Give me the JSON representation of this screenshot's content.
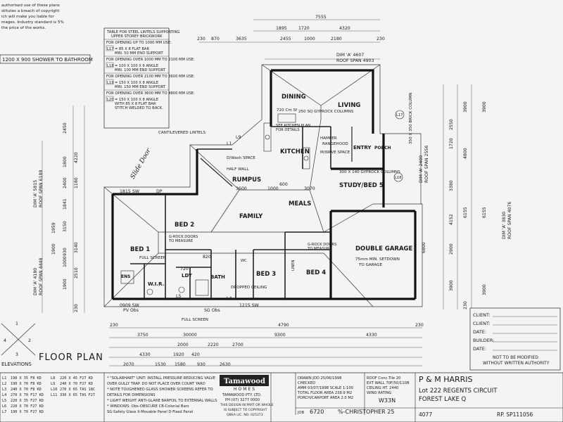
{
  "copyright": {
    "lines": [
      "authorised use of these plans",
      "stitutes a breach of copyright",
      "ich will make you liable for",
      "mages. Industry standard is 5%",
      "the price of the works."
    ]
  },
  "shower_note": "1200 X 900 SHOWER TO BATHROOM",
  "lintel_table": {
    "title": [
      "TABLE FOR STEEL LINTELS SUPPORTING",
      "UPPER STOREY BRICKWORK"
    ],
    "rows": [
      {
        "heading": "FOR OPENING UP TO 1000 MM USE:",
        "code": "L17",
        "spec": [
          "= 85 X 8 FLAT BAR",
          "MIN. 50 MM END SUPPORT"
        ]
      },
      {
        "heading": "FOR OPENING OVER 1000 MM TO 2100 MM USE:",
        "code": "L18",
        "spec": [
          "= 100 X 100 X 6 ANGLE",
          "MIN. 100 MM END SUPPORT"
        ]
      },
      {
        "heading": "FOR OPENING OVER 2100 MM TO 3600 MM USE:",
        "code": "L19",
        "spec": [
          "= 150 X 100 X 8 ANGLE",
          "MIN. 150 MM END SUPPORT"
        ]
      },
      {
        "heading": "FOR OPENING OVER 3600 MM TO 4800 MM USE:",
        "code": "L20",
        "spec": [
          "= 150 X 100 X 8 ANGLE",
          "WITH 85 X 8 FLAT BAR",
          "STITCH WELDED TO BACK."
        ]
      }
    ]
  },
  "rooms": {
    "dining": "DINING",
    "living": "LIVING",
    "kitchen": "KITCHEN",
    "entry": "ENTRY",
    "porch": "PORCH",
    "rumpus": "RUMPUS",
    "meals": "MEALS",
    "study": "STUDY/BED 5",
    "family": "FAMILY",
    "bed1": "BED 1",
    "bed2": "BED 2",
    "bed3": "BED 3",
    "bed4": "BED 4",
    "wir": "W.I.R.",
    "ens": "ENS",
    "bath": "BATH",
    "ldy": "LDY",
    "garage": "DOUBLE GARAGE",
    "linen": "LINEN",
    "wc": "WC"
  },
  "notes": {
    "cantilever": "CANTILEVERED LINTELS",
    "gyprock1": "250 SQ GYPROCK COLUMNS",
    "gyprock2": "300 X 140 GYPROCK COLUMNS",
    "wash": "D/Wash SPACE",
    "halfwall": "HALF WALL",
    "rangehood": "RANGEHOOD",
    "mwave": "M/WAVE SPACE",
    "hamper": "HAMPER",
    "brick_col": "350 X 350 BRICK COLUMN",
    "grock_bed2": [
      "G-ROCK DOORS",
      "TO MEASURE"
    ],
    "grock_bed4": [
      "G-ROCK DOORS",
      "TO MEASURE"
    ],
    "full_screen": "FULL SCREEN",
    "full_screen2": "FULL SCREEN",
    "dropped": "DROPPED CEILING",
    "setdown": [
      "75mm MIN. SETDOWN",
      "TO GARAGE"
    ],
    "kitchen_plan": [
      "SEE KITCHEN PLAN",
      "FOR DETAILS"
    ],
    "cot": "720 Cm Sf",
    "handwritten": "Slide Door",
    "floor_plan": "FLOOR PLAN",
    "elevations": "ELEVATIONS"
  },
  "dims": {
    "top_overall": "7555",
    "top_row": [
      "1895",
      "1720",
      "4320"
    ],
    "top_row2": [
      "230",
      "870",
      "3635",
      "2455",
      "1000",
      "2180",
      "230"
    ],
    "dim_a": "DIM 'A' 4607",
    "roof_span_top": "ROOF SPAN 4903",
    "left_span1": "DIM 'A' 5815",
    "left_span1b": "ROOF SPAN 6188",
    "left_span2": "DIM 'A' 4180",
    "left_span2b": "ROOF SPAN 4448",
    "right_span1": "DIM 'A' 2400",
    "right_span1b": "ROOF SPAN 2556",
    "right_span2": "DIM 'A' 3830",
    "right_span2b": "ROOF SPAN 4076",
    "left_col": [
      "2450",
      "1800",
      "2400",
      "4220",
      "1180",
      "1841",
      "3150",
      "1959",
      "1900",
      "930",
      "3140",
      "1000",
      "2510",
      "1900",
      "230"
    ],
    "right_col": [
      "3900",
      "1720",
      "4800",
      "2550",
      "3380",
      "4152",
      "2900",
      "6155",
      "6800",
      "3900",
      "230"
    ],
    "bottom_row1": [
      "230",
      "3750",
      "30000",
      "4790",
      "230"
    ],
    "bottom_row2": [
      "2000",
      "9300",
      "2700"
    ],
    "bottom_row3": [
      "4330",
      "1920",
      "420",
      "2220",
      "4330"
    ],
    "bottom_row4": [
      "2070",
      "1530",
      "1580",
      "930",
      "2630"
    ],
    "inner": [
      "3600",
      "1000",
      "600",
      "3070",
      "1815",
      "SW",
      "DP",
      "L9",
      "L1",
      "820",
      "720",
      "L4",
      "L5",
      "1215 SW",
      "0909 SW",
      "PV Obs",
      "SG Obs"
    ]
  },
  "legend": {
    "lintels": [
      [
        "L1",
        "190 X 35 F8 KD",
        "L8",
        "220 X 45 F27 KD"
      ],
      [
        "L2",
        "190 X 70 F8 KD",
        "L9",
        "240 X 70 F27 KD"
      ],
      [
        "L3",
        "240 X 70 F8 KD",
        "L10",
        "270 X 65 TAS 18C"
      ],
      [
        "L4",
        "270 X 70 F17 KD",
        "L11",
        "330 X 65 TAS F27"
      ],
      [
        "L5",
        "220 X 35 F27 KD",
        "",
        ""
      ],
      [
        "L6",
        "220 X 70 F27 KD",
        "",
        ""
      ],
      [
        "L7",
        "190 X 70 F27 KD",
        "",
        ""
      ]
    ]
  },
  "spec_notes": [
    "* \"SOLARHART\" UNIT: INSTALL PRESSURE REDUCING VALVE",
    "  OVER GULLY TRAP. DO NOT PLACE OVER COURT YARD",
    "* NOTE TOUGHENED GLASS SHOWER SCREENS REFER TO",
    "  DETAILS FOR DIMENSIONS",
    "* LIGHT WEIGHT ANTI-GLARE BARFOIL TO EXTERNAL WALLS",
    "* WINDOWS: Obs-OBSCURE  CB-Colonial Bars",
    "  SG-Safety Glass  X-Movable Panel  D-Fixed Panel"
  ],
  "company": {
    "name": "Tamawood",
    "sub": "HOMES",
    "line1": "TAMAWOOD PTY. LTD.",
    "line2": "PH (07) 3277 0000",
    "line3": "THIS DESIGN IN PART OR WHOLE",
    "line4": "IS SUBJECT TO COPYRIGHT",
    "line5": "QBSA LIC. NO. 025373"
  },
  "drawing_info": {
    "drawn": "DRAWN     JDD 25/06/1998",
    "checked": "CHECKED",
    "amm": "AMM 03/07/1998   SCALE 1:100",
    "total": "TOTAL FLOOR AREA     238.9 M2",
    "porch": "PORCH/CARPORT AREA     2.0 M2",
    "roof": "ROOF  Conc.Tile  20",
    "ext": "EXT WALL 70F/50/110B",
    "ceiling": "CEILING HT.        2440",
    "wind": "WIND RATING",
    "wind_val": "W33N",
    "job_label": "JOB",
    "job": "6720",
    "pct": "%-CHRISTOPHER 25"
  },
  "client": {
    "name": "P & M HARRIS",
    "lot": "Lot 222 REGENTS CIRCUIT",
    "suburb": "FOREST LAKE  Q",
    "code": "4077",
    "rp": "RP. SP111056"
  },
  "signatures": {
    "fields": [
      "CLIENT:",
      "CLIENT:",
      "DATE:",
      "BUILDER:",
      "DATE:"
    ],
    "warning": [
      "NOT TO BE MODIFIED",
      "WITHOUT WRITTEN AUTHORITY"
    ]
  },
  "compass": {
    "labels": [
      "1",
      "2",
      "3",
      "4"
    ]
  }
}
